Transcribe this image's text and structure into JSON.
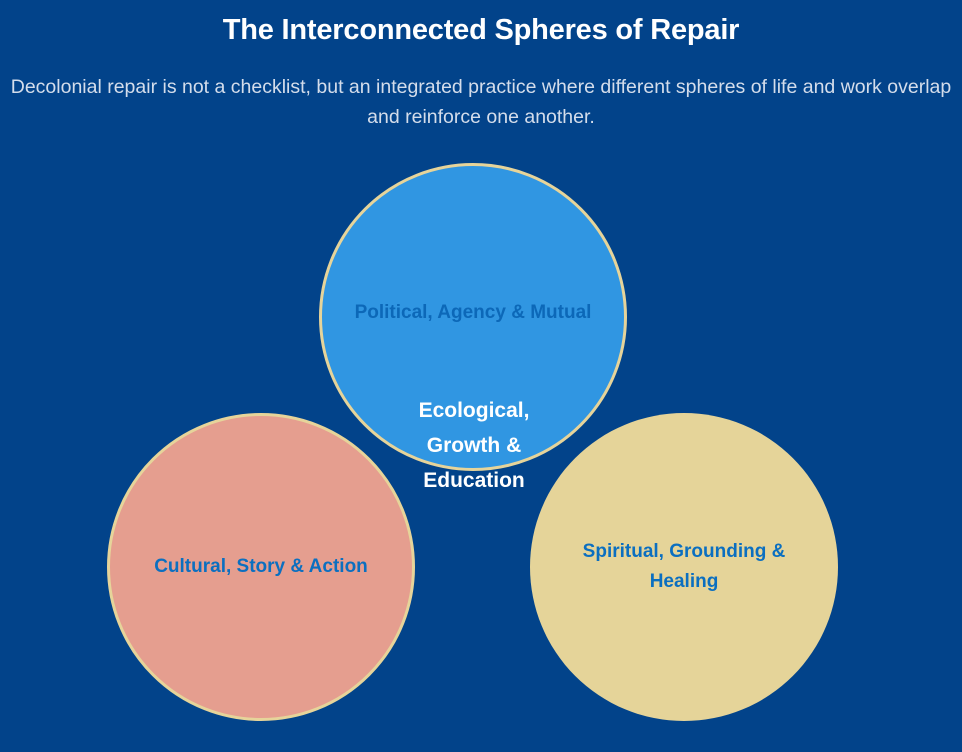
{
  "header": {
    "title": "The Interconnected Spheres of Repair",
    "subtitle": "Decolonial repair is not a checklist, but an integrated practice where different spheres of life and work overlap and reinforce one another."
  },
  "diagram": {
    "type": "venn",
    "spheres": [
      {
        "label": "Political, Agency & Mutual",
        "fill": "#3096e2",
        "position": "top"
      },
      {
        "label": "Cultural, Story & Action",
        "fill": "#e59e8f",
        "position": "bottom-left"
      },
      {
        "label": "Spiritual, Grounding & Healing",
        "fill": "#e5d499",
        "position": "bottom-right"
      }
    ],
    "center_label": "Ecological, Growth & Education",
    "colors": {
      "background": "#02438a",
      "border": "#e6d49a",
      "label_text": "#0b6fc0",
      "center_text": "#ffffff"
    }
  }
}
